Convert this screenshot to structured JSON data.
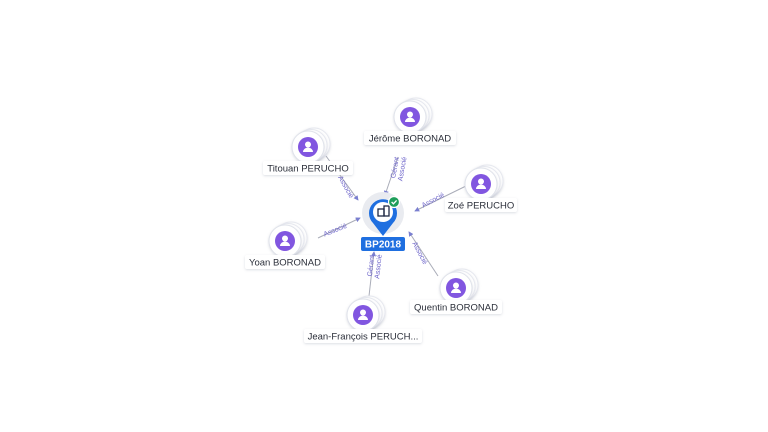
{
  "center": {
    "label": "BP2018",
    "icon": "building-icon",
    "badge_icon": "check-icon",
    "colors": {
      "pin": "#1f6fe0",
      "badge": "#1e9e5a",
      "label_bg": "#1f6fe0"
    }
  },
  "colors": {
    "person_icon": "#8156e0",
    "edge": "#a9acb8",
    "edge_label": "#6b62c9",
    "card_shadow": "#d9dce4"
  },
  "people": [
    {
      "id": "jerome",
      "name": "Jérôme BORONAD",
      "edges": [
        "Gérant",
        "Associé"
      ]
    },
    {
      "id": "titouan",
      "name": "Titouan PERUCHO",
      "edges": [
        "Associé"
      ]
    },
    {
      "id": "zoe",
      "name": "Zoé PERUCHO",
      "edges": [
        "Associé"
      ]
    },
    {
      "id": "yoan",
      "name": "Yoan BORONAD",
      "edges": [
        "Associé"
      ]
    },
    {
      "id": "quentin",
      "name": "Quentin BORONAD",
      "edges": [
        "Associé"
      ]
    },
    {
      "id": "jf",
      "name": "Jean-François PERUCH...",
      "edges": [
        "Gérant",
        "Associé"
      ]
    }
  ]
}
